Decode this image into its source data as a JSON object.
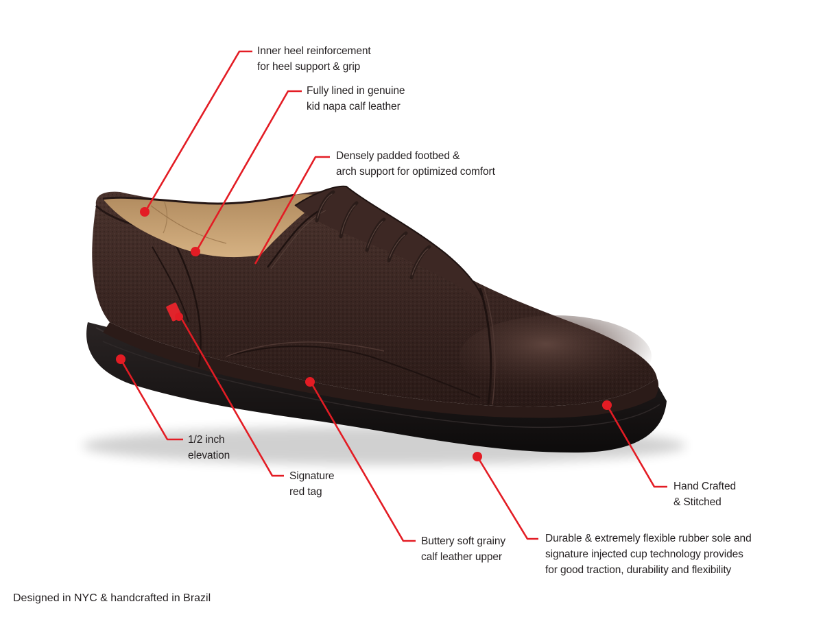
{
  "product": {
    "name": "Cap-toe oxford dress shoe",
    "colors": {
      "leather": "#3a2622",
      "leather_dark": "#241614",
      "leather_highlight": "#5a403a",
      "lining": "#c9a273",
      "lining_dark": "#a07c52",
      "sole": "#141212",
      "sole_edge": "#2a2424",
      "red_tag": "#e0242b",
      "callout": "#e31c24"
    }
  },
  "callouts": [
    {
      "id": "inner-heel",
      "lines": [
        "Inner heel reinforcement",
        "for heel support & grip"
      ]
    },
    {
      "id": "lining",
      "lines": [
        "Fully lined in genuine",
        "kid napa calf leather"
      ]
    },
    {
      "id": "footbed",
      "lines": [
        "Densely padded footbed &",
        "arch support for optimized comfort"
      ]
    },
    {
      "id": "elevation",
      "lines": [
        "1/2 inch",
        "elevation"
      ]
    },
    {
      "id": "red-tag",
      "lines": [
        "Signature",
        "red tag"
      ]
    },
    {
      "id": "upper",
      "lines": [
        "Buttery soft grainy",
        "calf leather upper"
      ]
    },
    {
      "id": "sole",
      "lines": [
        "Durable & extremely flexible rubber sole and",
        "signature injected cup technology provides",
        "for good traction, durability and flexibility"
      ]
    },
    {
      "id": "hand-crafted",
      "lines": [
        "Hand Crafted",
        "& Stitched"
      ]
    }
  ],
  "footer": {
    "text": "Designed in NYC & handcrafted in Brazil"
  }
}
